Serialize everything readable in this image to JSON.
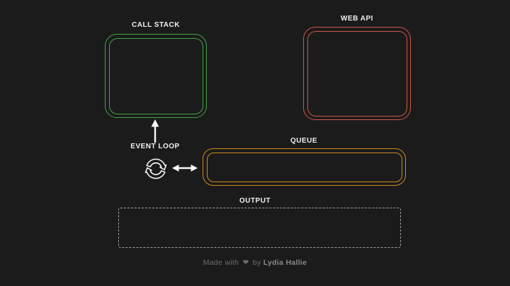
{
  "colors": {
    "background": "#1b1b1b",
    "call_stack_border": "#45a546",
    "web_api_border": "#cf5746",
    "queue_border": "#cf8b1e",
    "output_border": "#a0a0a0",
    "arrow": "#fafafa",
    "label_text": "#f0f0f0",
    "footer_text": "#6e6e6e",
    "footer_author": "#8a8a8a"
  },
  "boxes": {
    "call_stack": {
      "label": "CALL STACK"
    },
    "web_api": {
      "label": "WEB API"
    },
    "queue": {
      "label": "QUEUE"
    },
    "output": {
      "label": "OUTPUT"
    }
  },
  "event_loop": {
    "label": "EVENT LOOP"
  },
  "icons": {
    "sync_loop": "sync-loop-icon",
    "arrow_up": "arrow-up-icon",
    "arrow_left_right": "arrow-left-right-icon",
    "heart": "❤"
  },
  "footer": {
    "made_with": "Made with",
    "by": "by",
    "author": "Lydia Hallie"
  }
}
